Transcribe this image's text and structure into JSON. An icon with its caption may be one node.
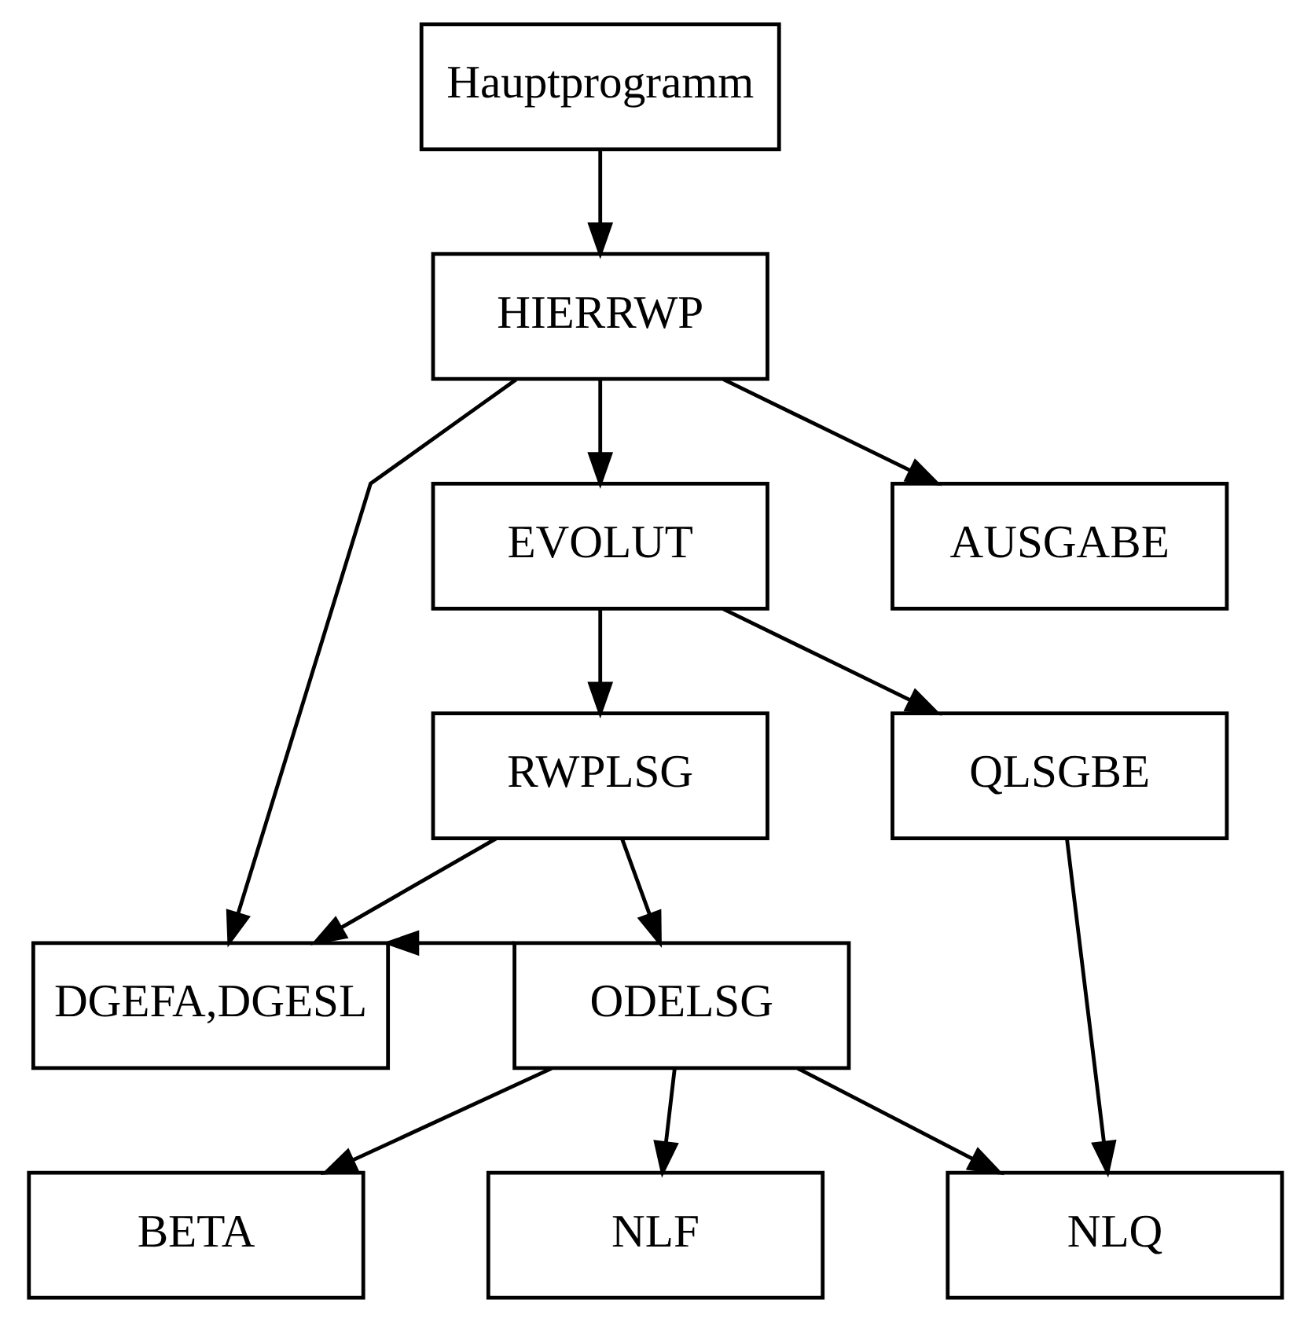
{
  "diagram": {
    "nodes": [
      {
        "text": [
          "Hauptprogramm"
        ]
      },
      {
        "text": [
          "HIERRWP"
        ]
      },
      {
        "text": [
          "EVOLUT"
        ]
      },
      {
        "text": [
          "AUSGABE"
        ]
      },
      {
        "text": [
          "RWPLSG"
        ]
      },
      {
        "text": [
          "QLSGBE"
        ]
      },
      {
        "text": [
          "DGEFA,DGESL"
        ]
      },
      {
        "text": [
          "ODELSG"
        ]
      },
      {
        "text": [
          "BETA"
        ]
      },
      {
        "text": [
          "NLF"
        ]
      },
      {
        "text": [
          "NLQ"
        ]
      }
    ],
    "edges": [
      {
        "from": 0,
        "to": 1,
        "arrow": "to"
      },
      {
        "from": 1,
        "to": 6,
        "arrow": "to"
      },
      {
        "from": 1,
        "to": 2,
        "arrow": "to"
      },
      {
        "from": 1,
        "to": 3,
        "arrow": "to"
      },
      {
        "from": 2,
        "to": 4,
        "arrow": "to"
      },
      {
        "from": 2,
        "to": 5,
        "arrow": "to"
      },
      {
        "from": 4,
        "to": 6,
        "arrow": "to"
      },
      {
        "from": 4,
        "to": 7,
        "arrow": "to"
      },
      {
        "from": 7,
        "to": 6,
        "arrow": "to"
      },
      {
        "from": 7,
        "to": 8,
        "arrow": "to"
      },
      {
        "from": 7,
        "to": 9,
        "arrow": "to"
      },
      {
        "from": 7,
        "to": 10,
        "arrow": "to"
      },
      {
        "from": 5,
        "to": 10,
        "arrow": "to"
      }
    ]
  }
}
